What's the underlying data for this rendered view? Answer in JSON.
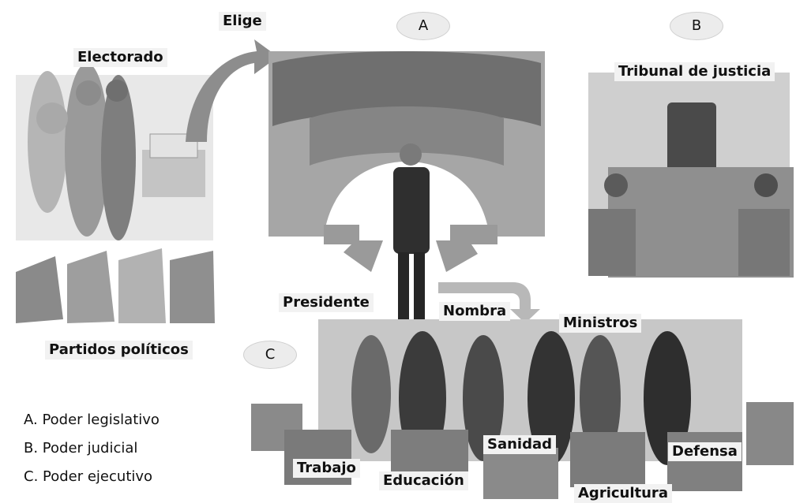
{
  "labels": {
    "elige": "Elige",
    "electorado": "Electorado",
    "partidos": "Partidos políticos",
    "tribunal": "Tribunal de justicia",
    "presidente": "Presidente",
    "nombra": "Nombra",
    "ministros": "Ministros"
  },
  "markers": {
    "a": "A",
    "b": "B",
    "c": "C"
  },
  "legend": {
    "a": "A. Poder legislativo",
    "b": "B. Poder judicial",
    "c": "C. Poder ejecutivo"
  },
  "ministries": {
    "trabajo": "Trabajo",
    "educacion": "Educación",
    "sanidad": "Sanidad",
    "agricultura": "Agricultura",
    "defensa": "Defensa"
  }
}
